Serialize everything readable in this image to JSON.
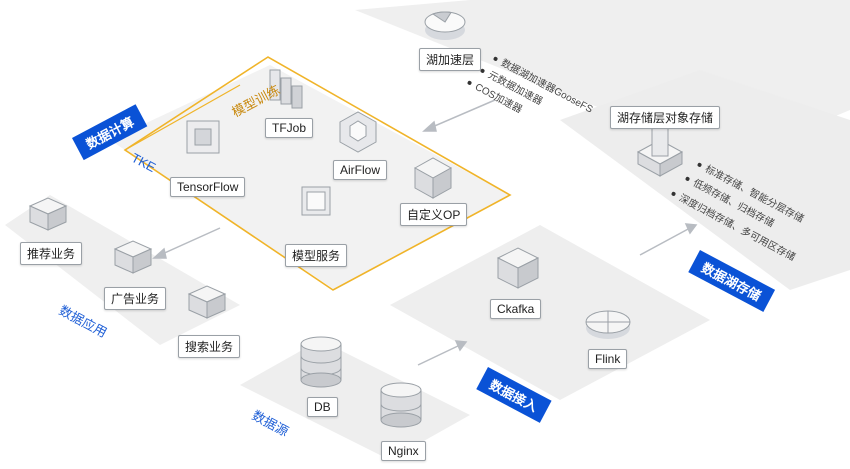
{
  "zones": {
    "lake_storage": "数据湖存储",
    "compute": "数据计算",
    "model_training": "模型训练",
    "tke": "TKE",
    "application": "数据应用",
    "ingestion": "数据接入",
    "source": "数据源"
  },
  "nodes": {
    "lake_accel": "湖加速层",
    "lake_storage_obj": "湖存储层对象存储",
    "tfjob": "TFJob",
    "airflow": "AirFlow",
    "tensorflow": "TensorFlow",
    "custom_op": "自定义OP",
    "model_service": "模型服务",
    "recommend": "推荐业务",
    "ads": "广告业务",
    "search": "搜索业务",
    "ckafka": "Ckafka",
    "flink": "Flink",
    "db": "DB",
    "nginx": "Nginx"
  },
  "accel_features": [
    "数据湖加速器GooseFS",
    "元数据加速器",
    "COS加速器"
  ],
  "storage_features": [
    "标准存储、智能分层存储",
    "低频存储、归档存储",
    "深度归档存储、多可用区存储"
  ],
  "colors": {
    "accent_blue": "#0a52d6",
    "highlight_orange": "#f0b429",
    "plane_gray": "#eeeeee"
  }
}
